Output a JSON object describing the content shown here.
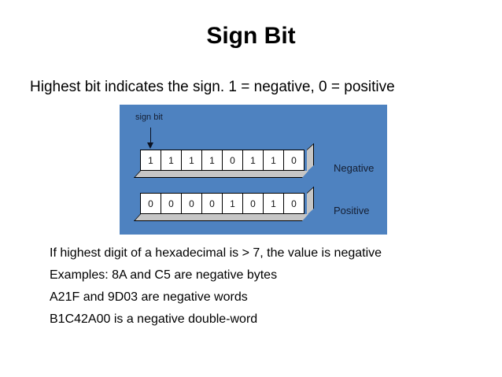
{
  "slide": {
    "title": "Sign Bit",
    "subtitle": "Highest bit indicates the sign. 1 = negative, 0 = positive"
  },
  "diagram": {
    "sign_bit_label": "sign bit",
    "panel_color": "#4e82c0",
    "cell_fill": "#ffffff",
    "cell_shadow": "#c6c6c6",
    "label_color": "#141e32",
    "rows": [
      {
        "caption": "Negative",
        "bits": [
          "1",
          "1",
          "1",
          "1",
          "0",
          "1",
          "1",
          "0"
        ]
      },
      {
        "caption": "Positive",
        "bits": [
          "0",
          "0",
          "0",
          "0",
          "1",
          "0",
          "1",
          "0"
        ]
      }
    ]
  },
  "bullets": [
    "If highest digit of a hexadecimal is > 7, the value is negative",
    "Examples: 8A and C5 are negative bytes",
    "A21F and 9D03 are negative words",
    "B1C42A00 is a negative double-word"
  ]
}
